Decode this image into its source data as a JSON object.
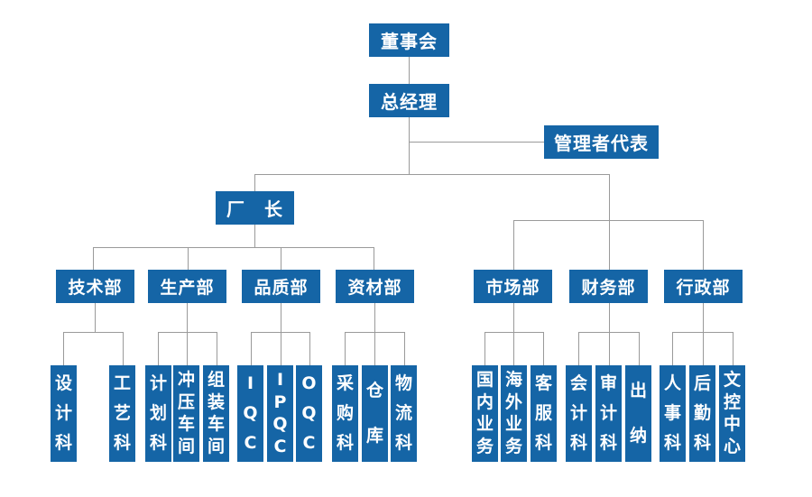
{
  "chart_type": "organization-chart",
  "colors": {
    "box_blue": "#1565a6",
    "line_gray": "#9a9a9a",
    "text_white": "#ffffff",
    "background": "#ffffff"
  },
  "top_nodes": {
    "board": "董事会",
    "general_manager": "总经理",
    "management_representative": "管理者代表",
    "factory_director": "厂　长"
  },
  "departments": [
    {
      "label": "技术部",
      "children": [
        "设计科",
        "工艺科"
      ]
    },
    {
      "label": "生产部",
      "children": [
        "计划科",
        "冲压车间",
        "组装车间"
      ]
    },
    {
      "label": "品质部",
      "children": [
        "IQC",
        "IPQC",
        "OQC"
      ]
    },
    {
      "label": "资材部",
      "children": [
        "采购科",
        "仓库",
        "物流科"
      ]
    },
    {
      "label": "市场部",
      "children": [
        "国内业务",
        "海外业务",
        "客服科"
      ]
    },
    {
      "label": "财务部",
      "children": [
        "会计科",
        "审计科",
        "出纳"
      ]
    },
    {
      "label": "行政部",
      "children": [
        "人事科",
        "后勤科",
        "文控中心"
      ]
    }
  ]
}
